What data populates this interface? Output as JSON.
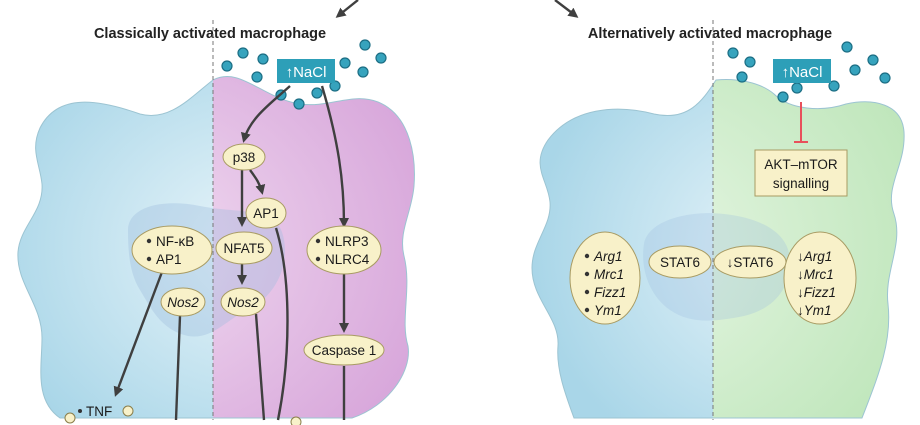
{
  "titles": {
    "left": "Classically activated macrophage",
    "right": "Alternatively activated macrophage"
  },
  "nacl": "↑NaCl",
  "left": {
    "p38": "p38",
    "ap1": "AP1",
    "nfkb": [
      "NF-κB",
      "AP1"
    ],
    "nfat5": "NFAT5",
    "nlrp": [
      "NLRP3",
      "NLRC4"
    ],
    "nos2_a": "Nos2",
    "nos2_b": "Nos2",
    "caspase": "Caspase 1",
    "tnf": "TNF"
  },
  "right": {
    "akt": [
      "AKT–mTOR",
      "signalling"
    ],
    "stat6": "STAT6",
    "stat6_down": "↓STAT6",
    "genes": [
      "Arg1",
      "Mrc1",
      "Fizz1",
      "Ym1"
    ],
    "genes_down": [
      "↓Arg1",
      "↓Mrc1",
      "↓Fizz1",
      "↓Ym1"
    ]
  },
  "colors": {
    "blue_cell": "#b4dcea",
    "purple_cell": "#e0b8e0",
    "green_cell": "#c8eac4",
    "nacl_box": "#2d9fb8",
    "node_fill": "#f8f1c9",
    "inhibit": "#e8505b"
  }
}
